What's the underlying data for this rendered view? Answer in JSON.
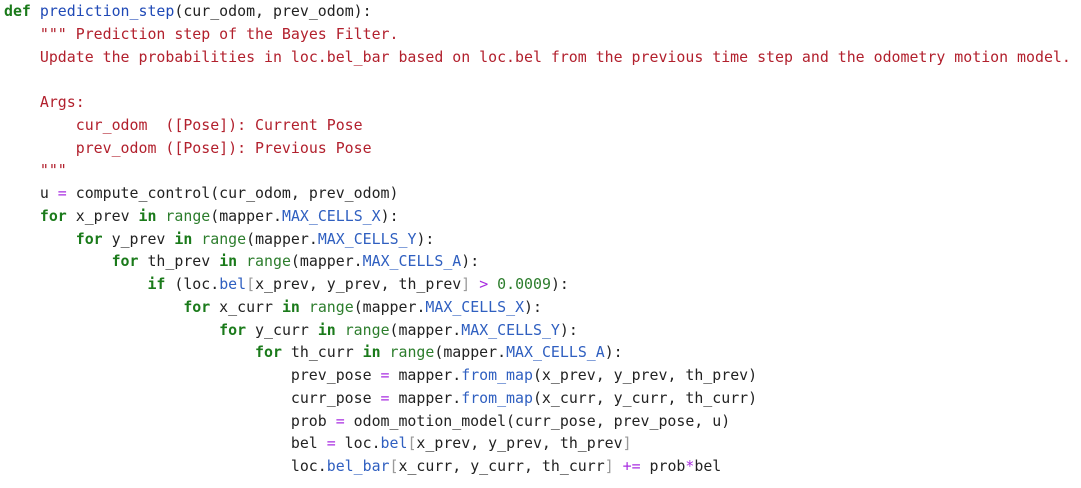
{
  "code_lines": [
    [
      {
        "t": "def",
        "c": "kw"
      },
      {
        "t": " ",
        "c": "txt"
      },
      {
        "t": "prediction_step",
        "c": "fn"
      },
      {
        "t": "(cur_odom, prev_odom):",
        "c": "txt"
      }
    ],
    [
      {
        "t": "    ",
        "c": "txt"
      },
      {
        "t": "\"\"\" Prediction step of the Bayes Filter.",
        "c": "doc"
      }
    ],
    [
      {
        "t": "    ",
        "c": "txt"
      },
      {
        "t": "Update the probabilities in loc.bel_bar based on loc.bel from the previous time step and the odometry motion model.",
        "c": "doc"
      }
    ],
    [
      {
        "t": "",
        "c": "txt"
      }
    ],
    [
      {
        "t": "    ",
        "c": "txt"
      },
      {
        "t": "Args:",
        "c": "doc"
      }
    ],
    [
      {
        "t": "        ",
        "c": "txt"
      },
      {
        "t": "cur_odom  ([Pose]): Current Pose",
        "c": "doc"
      }
    ],
    [
      {
        "t": "        ",
        "c": "txt"
      },
      {
        "t": "prev_odom ([Pose]): Previous Pose",
        "c": "doc"
      }
    ],
    [
      {
        "t": "    ",
        "c": "txt"
      },
      {
        "t": "\"\"\"",
        "c": "doc"
      }
    ],
    [
      {
        "t": "    u ",
        "c": "txt"
      },
      {
        "t": "=",
        "c": "op"
      },
      {
        "t": " compute_control(cur_odom, prev_odom)",
        "c": "txt"
      }
    ],
    [
      {
        "t": "    ",
        "c": "txt"
      },
      {
        "t": "for",
        "c": "kw"
      },
      {
        "t": " x_prev ",
        "c": "txt"
      },
      {
        "t": "in",
        "c": "kw"
      },
      {
        "t": " ",
        "c": "txt"
      },
      {
        "t": "range",
        "c": "bi"
      },
      {
        "t": "(mapper.",
        "c": "txt"
      },
      {
        "t": "MAX_CELLS_X",
        "c": "attr"
      },
      {
        "t": "):",
        "c": "txt"
      }
    ],
    [
      {
        "t": "        ",
        "c": "txt"
      },
      {
        "t": "for",
        "c": "kw"
      },
      {
        "t": " y_prev ",
        "c": "txt"
      },
      {
        "t": "in",
        "c": "kw"
      },
      {
        "t": " ",
        "c": "txt"
      },
      {
        "t": "range",
        "c": "bi"
      },
      {
        "t": "(mapper.",
        "c": "txt"
      },
      {
        "t": "MAX_CELLS_Y",
        "c": "attr"
      },
      {
        "t": "):",
        "c": "txt"
      }
    ],
    [
      {
        "t": "            ",
        "c": "txt"
      },
      {
        "t": "for",
        "c": "kw"
      },
      {
        "t": " th_prev ",
        "c": "txt"
      },
      {
        "t": "in",
        "c": "kw"
      },
      {
        "t": " ",
        "c": "txt"
      },
      {
        "t": "range",
        "c": "bi"
      },
      {
        "t": "(mapper.",
        "c": "txt"
      },
      {
        "t": "MAX_CELLS_A",
        "c": "attr"
      },
      {
        "t": "):",
        "c": "txt"
      }
    ],
    [
      {
        "t": "                ",
        "c": "txt"
      },
      {
        "t": "if",
        "c": "kw"
      },
      {
        "t": " (loc.",
        "c": "txt"
      },
      {
        "t": "bel",
        "c": "attr"
      },
      {
        "t": "[",
        "c": "br"
      },
      {
        "t": "x_prev, y_prev, th_prev",
        "c": "txt"
      },
      {
        "t": "]",
        "c": "br"
      },
      {
        "t": " ",
        "c": "txt"
      },
      {
        "t": ">",
        "c": "op"
      },
      {
        "t": " ",
        "c": "txt"
      },
      {
        "t": "0.0009",
        "c": "num"
      },
      {
        "t": "):",
        "c": "txt"
      }
    ],
    [
      {
        "t": "                    ",
        "c": "txt"
      },
      {
        "t": "for",
        "c": "kw"
      },
      {
        "t": " x_curr ",
        "c": "txt"
      },
      {
        "t": "in",
        "c": "kw"
      },
      {
        "t": " ",
        "c": "txt"
      },
      {
        "t": "range",
        "c": "bi"
      },
      {
        "t": "(mapper.",
        "c": "txt"
      },
      {
        "t": "MAX_CELLS_X",
        "c": "attr"
      },
      {
        "t": "):",
        "c": "txt"
      }
    ],
    [
      {
        "t": "                        ",
        "c": "txt"
      },
      {
        "t": "for",
        "c": "kw"
      },
      {
        "t": " y_curr ",
        "c": "txt"
      },
      {
        "t": "in",
        "c": "kw"
      },
      {
        "t": " ",
        "c": "txt"
      },
      {
        "t": "range",
        "c": "bi"
      },
      {
        "t": "(mapper.",
        "c": "txt"
      },
      {
        "t": "MAX_CELLS_Y",
        "c": "attr"
      },
      {
        "t": "):",
        "c": "txt"
      }
    ],
    [
      {
        "t": "                            ",
        "c": "txt"
      },
      {
        "t": "for",
        "c": "kw"
      },
      {
        "t": " th_curr ",
        "c": "txt"
      },
      {
        "t": "in",
        "c": "kw"
      },
      {
        "t": " ",
        "c": "txt"
      },
      {
        "t": "range",
        "c": "bi"
      },
      {
        "t": "(mapper.",
        "c": "txt"
      },
      {
        "t": "MAX_CELLS_A",
        "c": "attr"
      },
      {
        "t": "):",
        "c": "txt"
      }
    ],
    [
      {
        "t": "                                prev_pose ",
        "c": "txt"
      },
      {
        "t": "=",
        "c": "op"
      },
      {
        "t": " mapper.",
        "c": "txt"
      },
      {
        "t": "from_map",
        "c": "attr"
      },
      {
        "t": "(x_prev, y_prev, th_prev)",
        "c": "txt"
      }
    ],
    [
      {
        "t": "                                curr_pose ",
        "c": "txt"
      },
      {
        "t": "=",
        "c": "op"
      },
      {
        "t": " mapper.",
        "c": "txt"
      },
      {
        "t": "from_map",
        "c": "attr"
      },
      {
        "t": "(x_curr, y_curr, th_curr)",
        "c": "txt"
      }
    ],
    [
      {
        "t": "                                prob ",
        "c": "txt"
      },
      {
        "t": "=",
        "c": "op"
      },
      {
        "t": " odom_motion_model(curr_pose, prev_pose, u)",
        "c": "txt"
      }
    ],
    [
      {
        "t": "                                bel ",
        "c": "txt"
      },
      {
        "t": "=",
        "c": "op"
      },
      {
        "t": " loc.",
        "c": "txt"
      },
      {
        "t": "bel",
        "c": "attr"
      },
      {
        "t": "[",
        "c": "br"
      },
      {
        "t": "x_prev, y_prev, th_prev",
        "c": "txt"
      },
      {
        "t": "]",
        "c": "br"
      }
    ],
    [
      {
        "t": "                                loc.",
        "c": "txt"
      },
      {
        "t": "bel_bar",
        "c": "attr"
      },
      {
        "t": "[",
        "c": "br"
      },
      {
        "t": "x_curr, y_curr, th_curr",
        "c": "txt"
      },
      {
        "t": "]",
        "c": "br"
      },
      {
        "t": " ",
        "c": "txt"
      },
      {
        "t": "+=",
        "c": "op"
      },
      {
        "t": " prob",
        "c": "txt"
      },
      {
        "t": "*",
        "c": "op"
      },
      {
        "t": "bel",
        "c": "txt"
      }
    ]
  ]
}
